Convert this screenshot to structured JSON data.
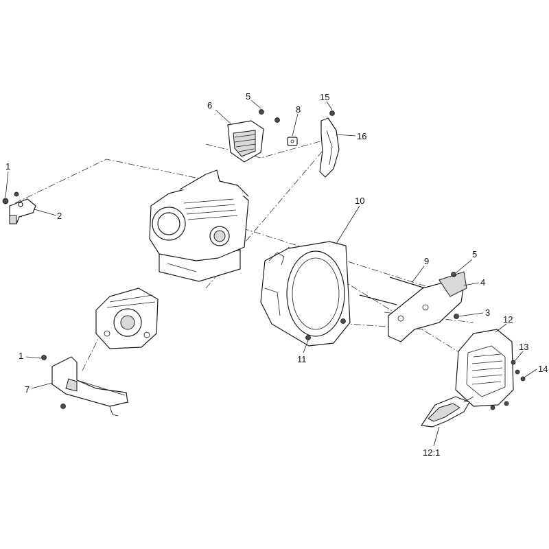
{
  "callouts": {
    "c1a": "1",
    "c2": "2",
    "c5a": "5",
    "c6": "6",
    "c8": "8",
    "c15": "15",
    "c16": "16",
    "c10": "10",
    "c9": "9",
    "c5b": "5",
    "c4": "4",
    "c3": "3",
    "c12": "12",
    "c13": "13",
    "c14": "14",
    "c11": "11",
    "c1b": "1",
    "c7": "7",
    "c12_1": "12:1"
  }
}
